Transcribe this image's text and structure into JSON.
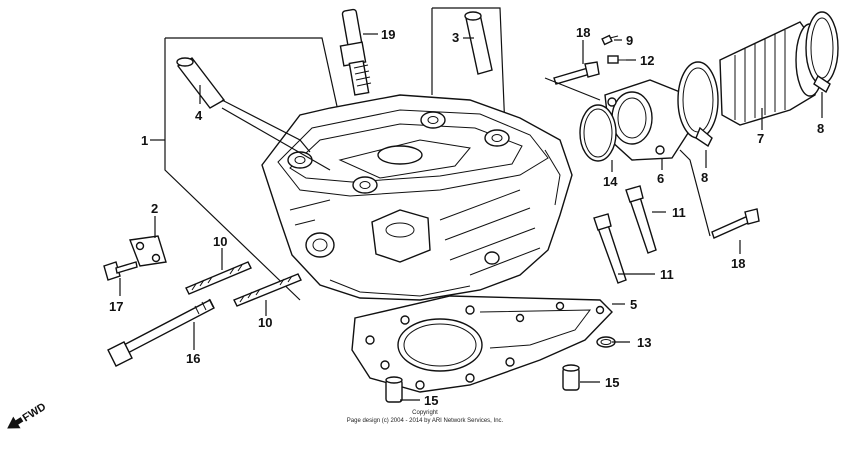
{
  "diagram": {
    "callouts": [
      {
        "id": "1",
        "label": "1"
      },
      {
        "id": "2",
        "label": "2"
      },
      {
        "id": "3",
        "label": "3"
      },
      {
        "id": "4",
        "label": "4"
      },
      {
        "id": "5",
        "label": "5"
      },
      {
        "id": "6",
        "label": "6"
      },
      {
        "id": "7",
        "label": "7"
      },
      {
        "id": "8a",
        "label": "8"
      },
      {
        "id": "8b",
        "label": "8"
      },
      {
        "id": "9",
        "label": "9"
      },
      {
        "id": "10a",
        "label": "10"
      },
      {
        "id": "10b",
        "label": "10"
      },
      {
        "id": "11a",
        "label": "11"
      },
      {
        "id": "11b",
        "label": "11"
      },
      {
        "id": "12",
        "label": "12"
      },
      {
        "id": "13",
        "label": "13"
      },
      {
        "id": "14",
        "label": "14"
      },
      {
        "id": "15a",
        "label": "15"
      },
      {
        "id": "15b",
        "label": "15"
      },
      {
        "id": "16",
        "label": "16"
      },
      {
        "id": "17",
        "label": "17"
      },
      {
        "id": "18a",
        "label": "18"
      },
      {
        "id": "18b",
        "label": "18"
      },
      {
        "id": "19",
        "label": "19"
      }
    ],
    "direction_label": "FWD",
    "copyright_line1": "Copyright",
    "copyright_line2": "Page design (c) 2004 - 2014 by ARI Network Services, Inc."
  }
}
